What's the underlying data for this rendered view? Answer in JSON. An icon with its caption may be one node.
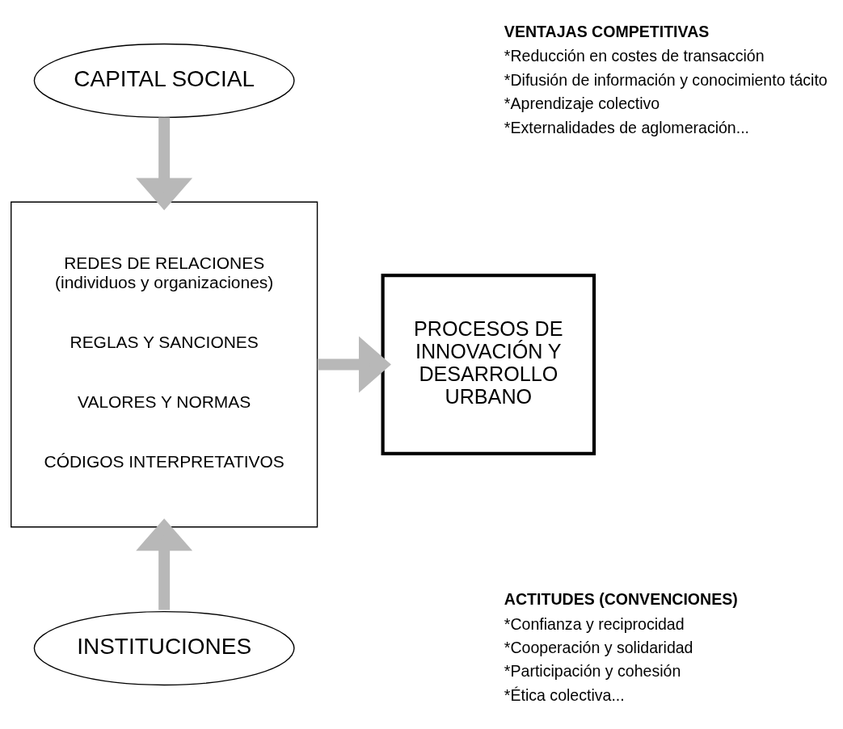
{
  "diagram": {
    "nodes": [
      {
        "text": [
          "CAPITAL SOCIAL"
        ]
      },
      {
        "text": [
          "REDES DE RELACIONES (individuos y organizaciones)",
          "REGLAS Y SANCIONES",
          "VALORES Y NORMAS",
          "CÓDIGOS INTERPRETATIVOS"
        ]
      },
      {
        "text": [
          "INSTITUCIONES"
        ]
      },
      {
        "text": [
          "PROCESOS DE INNOVACIÓN Y DESARROLLO URBANO"
        ]
      }
    ],
    "edges": [
      {
        "from": 0,
        "to": 1,
        "arrow": "to"
      },
      {
        "from": 2,
        "to": 1,
        "arrow": "to"
      },
      {
        "from": 1,
        "to": 3,
        "arrow": "to"
      }
    ],
    "labels": [
      "VENTAJAS COMPETITIVAS",
      "*Reducción en costes de transacción",
      "*Difusión de información y conocimiento tácito",
      "*Aprendizaje colectivo",
      "*Externalidades de aglomeración...",
      "ACTITUDES (CONVENCIONES)",
      "*Confianza y reciprocidad",
      "*Cooperación y solidaridad",
      "*Participación y cohesión",
      "*Ética colectiva..."
    ]
  }
}
